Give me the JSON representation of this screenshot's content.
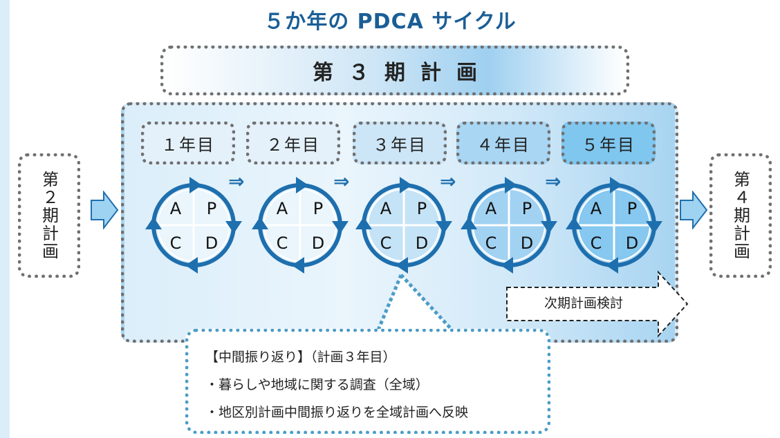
{
  "title": "５か年の PDCA サイクル",
  "plan_banner": "第３期計画",
  "left_plan": "第２期計画",
  "right_plan": "第４期計画",
  "years": [
    {
      "label": "１年目",
      "color": "#e4f1fb"
    },
    {
      "label": "２年目",
      "color": "#e4f1fb"
    },
    {
      "label": "３年目",
      "color": "#cde6f7"
    },
    {
      "label": "４年目",
      "color": "#a9d6f3"
    },
    {
      "label": "５年目",
      "color": "#7fc7ef"
    }
  ],
  "cycles": [
    {
      "a": "A",
      "p": "P",
      "c": "C",
      "d": "D",
      "fill": "#eaf5fc"
    },
    {
      "a": "A",
      "p": "P",
      "c": "C",
      "d": "D",
      "fill": "#eaf5fc"
    },
    {
      "a": "A",
      "p": "P",
      "c": "C",
      "d": "D",
      "fill": "#c5e3f6"
    },
    {
      "a": "A",
      "p": "P",
      "c": "C",
      "d": "D",
      "fill": "#a2d2f2"
    },
    {
      "a": "A",
      "p": "P",
      "c": "C",
      "d": "D",
      "fill": "#86c8ef"
    }
  ],
  "step_arrow": "⇒",
  "next_review": "次期計画検討",
  "review": {
    "heading": "【中間振り返り】（計画３年目）",
    "items": [
      "・暮らしや地域に関する調査（全域）",
      "・地区別計画中間振り返りを全域計画へ反映"
    ]
  },
  "colors": {
    "title": "#1b5e96",
    "ring": "#1e6fae",
    "dotted_border": "#707070",
    "review_border": "#4a9cc6"
  }
}
